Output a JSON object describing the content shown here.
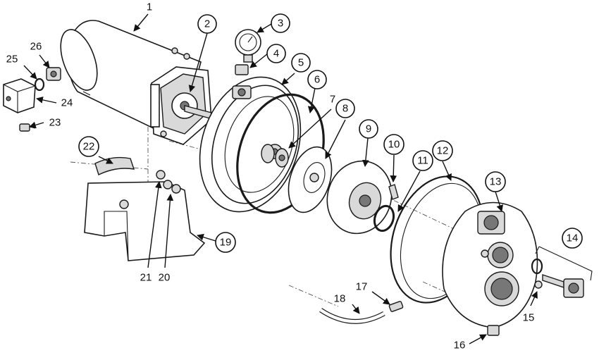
{
  "callouts": {
    "c1": "1",
    "c2": "2",
    "c3": "3",
    "c4": "4",
    "c5": "5",
    "c6": "6",
    "c7": "7",
    "c8": "8",
    "c9": "9",
    "c10": "10",
    "c11": "11",
    "c12": "12",
    "c13": "13",
    "c14": "14",
    "c15": "15",
    "c16": "16",
    "c17": "17",
    "c18": "18",
    "c19": "19",
    "c20": "20",
    "c21": "21",
    "c22": "22",
    "c23": "23",
    "c24": "24",
    "c25": "25",
    "c26": "26"
  }
}
